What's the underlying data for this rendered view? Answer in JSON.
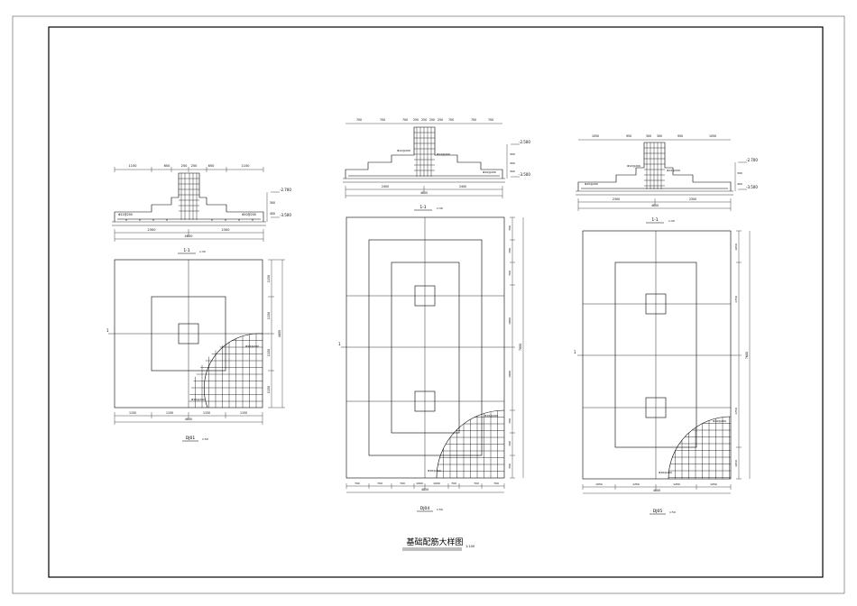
{
  "sheet_title": "基础配筋大样图",
  "sheet_scale": "1:100",
  "details": [
    {
      "id": "dj01",
      "section_label": "1-1",
      "section_scale": "1:30",
      "plan_label": "DJ01",
      "plan_scale": "1:50",
      "section_top_dims": [
        "1150",
        "650",
        "250",
        "250",
        "650",
        "1150"
      ],
      "section_bottom_dims": [
        "2300",
        "2300"
      ],
      "section_total": "4600",
      "elev_top": "-2.700",
      "elev_bottom": "-3.500",
      "section_right_dims": [
        "300",
        "400"
      ],
      "section_rebar": [
        "Φ12@200",
        "Φ10@200"
      ],
      "plan_bottom_dims": [
        "1150",
        "1150",
        "1150",
        "1150"
      ],
      "plan_total": "4600",
      "plan_right_dims": [
        "1150",
        "1150",
        "1150",
        "1150"
      ],
      "plan_right_total": "4600",
      "plan_rebar": [
        "Φ16@200",
        "Φ16@200"
      ],
      "cut_mark": "1"
    },
    {
      "id": "dj04",
      "section_label": "1-1",
      "section_scale": "1:30",
      "plan_label": "DJ04",
      "plan_scale": "1:50",
      "section_top_dims": [
        "700",
        "700",
        "700",
        "250",
        "250",
        "250",
        "250",
        "700",
        "700",
        "700"
      ],
      "section_bottom_dims": [
        "2400",
        "2400"
      ],
      "section_total": "4800",
      "elev_top": "-2.500",
      "elev_bottom": "-3.500",
      "section_right_dims": [
        "300",
        "300",
        "300"
      ],
      "section_rebar": [
        "Φ12@200",
        "Φ12@200",
        "Φ10@200"
      ],
      "plan_bottom_dims": [
        "700",
        "700",
        "700",
        "1000",
        "1000",
        "700",
        "700",
        "700"
      ],
      "plan_total": "4800",
      "plan_right_dims": [
        "700",
        "700",
        "700",
        "1800",
        "1800",
        "700",
        "700",
        "700"
      ],
      "plan_right_total": "7800",
      "plan_rebar": [
        "Φ16@200",
        "Φ16@200"
      ],
      "cut_mark": "1"
    },
    {
      "id": "dj05",
      "section_label": "1-1",
      "section_scale": "1:30",
      "plan_label": "DJ05",
      "plan_scale": "1:50",
      "section_top_dims": [
        "1050",
        "950",
        "300",
        "300",
        "950",
        "1050"
      ],
      "section_bottom_dims": [
        "2300",
        "2300"
      ],
      "section_total": "4600",
      "elev_top": "-2.700",
      "elev_bottom": "-3.500",
      "section_right_dims": [
        "300",
        "400"
      ],
      "section_rebar": [
        "Φ12@200",
        "Φ12@200",
        "Φ10@200"
      ],
      "plan_bottom_dims": [
        "1050",
        "1250",
        "1250",
        "1050"
      ],
      "plan_total": "4600",
      "plan_right_dims": [
        "1050",
        "1750",
        "1750",
        "1050"
      ],
      "plan_right_total": "7600",
      "plan_rebar": [
        "Φ16@200",
        "Φ16@200"
      ],
      "cut_mark": "1"
    }
  ]
}
